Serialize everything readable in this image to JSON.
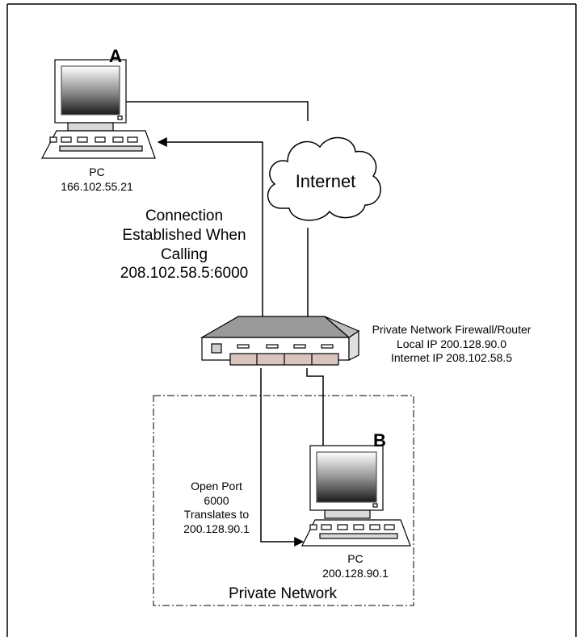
{
  "nodes": {
    "pc_a": {
      "letter": "A",
      "label": "PC",
      "ip": "166.102.55.21"
    },
    "pc_b": {
      "letter": "B",
      "label": "PC",
      "ip": "200.128.90.1"
    },
    "internet": {
      "label": "Internet"
    },
    "router": {
      "lines": [
        "Private Network Firewall/Router",
        "Local IP 200.128.90.0",
        "Internet IP 208.102.58.5"
      ]
    },
    "private_network": {
      "label": "Private Network"
    }
  },
  "annotations": {
    "connection": [
      "Connection",
      "Established When",
      "Calling",
      "208.102.58.5:6000"
    ],
    "port": [
      "Open Port",
      "6000",
      "Translates to",
      "200.128.90.1"
    ]
  }
}
